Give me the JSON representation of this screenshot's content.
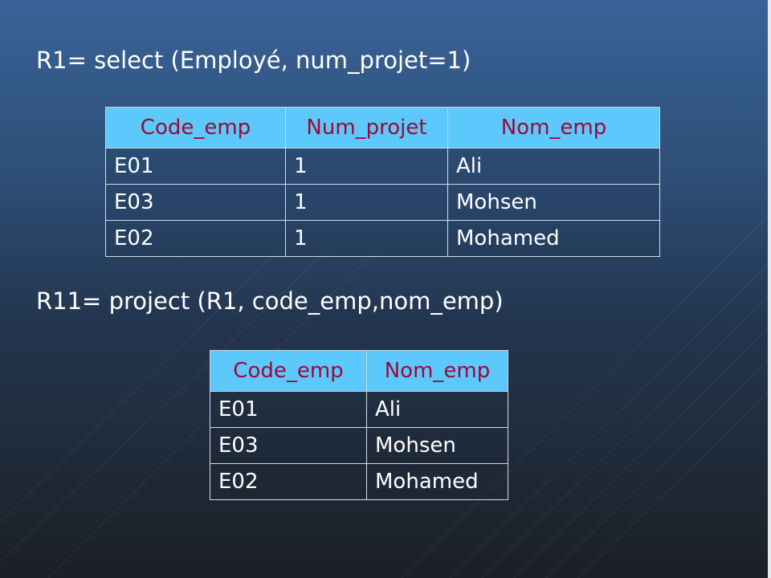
{
  "slide": {
    "heading1": "R1= select (Employé, num_projet=1)",
    "table1": {
      "headers": [
        "Code_emp",
        "Num_projet",
        "Nom_emp"
      ],
      "rows": [
        [
          "E01",
          "1",
          "Ali"
        ],
        [
          "E03",
          "1",
          "Mohsen"
        ],
        [
          "E02",
          "1",
          "Mohamed"
        ]
      ]
    },
    "heading2": "R11= project (R1, code_emp,nom_emp)",
    "table2": {
      "headers": [
        "Code_emp",
        "Nom_emp"
      ],
      "rows": [
        [
          "E01",
          "Ali"
        ],
        [
          "E03",
          "Mohsen"
        ],
        [
          "E02",
          "Mohamed"
        ]
      ]
    }
  },
  "colors": {
    "header_bg": "#5cc8fb",
    "header_text": "#9a0b38",
    "cell_text": "#ffffff",
    "heading_text": "#ffffff"
  }
}
